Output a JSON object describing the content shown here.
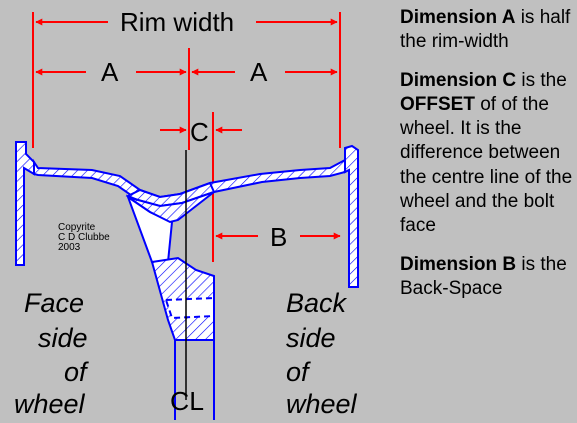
{
  "labels": {
    "rim_width": "Rim width",
    "dim_a": "A",
    "dim_b": "B",
    "dim_c": "C",
    "centre_line": "CL",
    "copyright": [
      "Copyrite",
      "C D Clubbe",
      "2003"
    ],
    "face_side": [
      "Face",
      "side",
      "of",
      "wheel"
    ],
    "back_side": [
      "Back",
      "side",
      "of",
      "wheel"
    ]
  },
  "notes": {
    "a_title": "Dimension A",
    "a_text": " is half the rim-width",
    "c_title": "Dimension C",
    "c_text_1": " is the ",
    "c_offset": "OFFSET",
    "c_text_2": " of of the wheel. It is the difference between the centre line of the wheel and the bolt face",
    "b_title": "Dimension B",
    "b_text": " is the Back-Space"
  },
  "colors": {
    "background": "#c0c0c0",
    "dimension_lines": "#ff0000",
    "wheel_outline": "#0000ff",
    "hatching": "#0000ff",
    "text": "#000000"
  }
}
